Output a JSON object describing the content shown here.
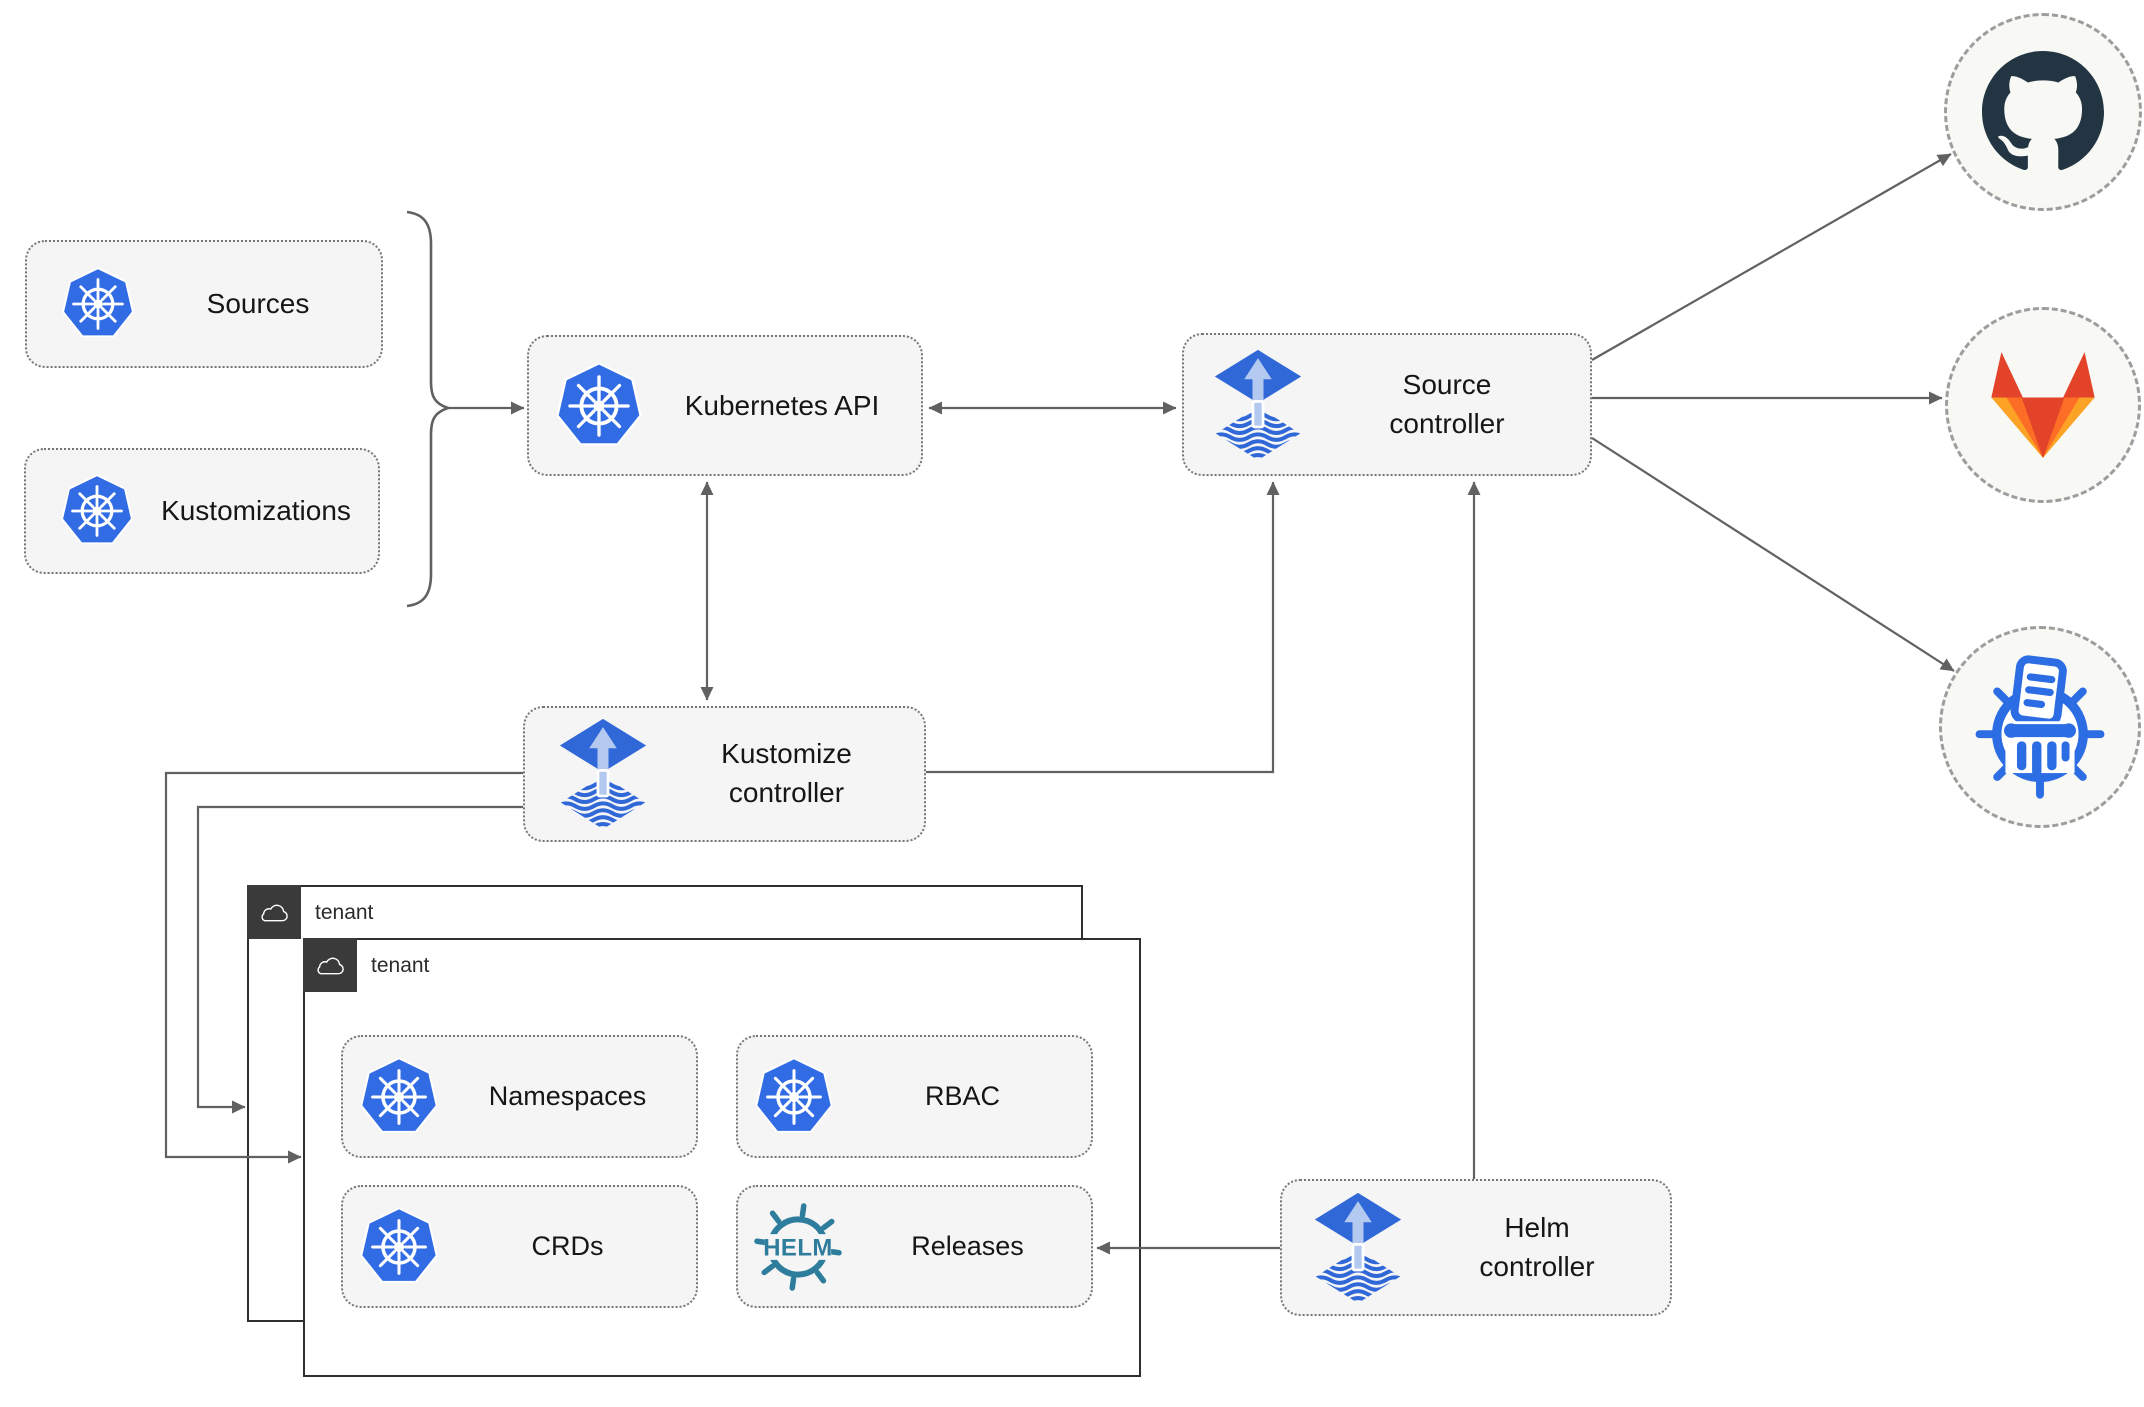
{
  "nodes": {
    "sources": {
      "label": "Sources",
      "icon": "kubernetes-icon"
    },
    "kustomizations": {
      "label": "Kustomizations",
      "icon": "kubernetes-icon"
    },
    "kubernetes_api": {
      "label": "Kubernetes API",
      "icon": "kubernetes-icon"
    },
    "source_controller": {
      "label": "Source controller",
      "icon": "flux-icon"
    },
    "kustomize_controller": {
      "label": "Kustomize controller",
      "icon": "flux-icon"
    },
    "helm_controller": {
      "label": "Helm controller",
      "icon": "flux-icon"
    },
    "namespaces": {
      "label": "Namespaces",
      "icon": "kubernetes-icon"
    },
    "rbac": {
      "label": "RBAC",
      "icon": "kubernetes-icon"
    },
    "crds": {
      "label": "CRDs",
      "icon": "kubernetes-icon"
    },
    "releases": {
      "label": "Releases",
      "icon": "helm-icon"
    }
  },
  "groups": {
    "tenant_outer": {
      "label": "tenant",
      "icon": "cloud-icon"
    },
    "tenant_inner": {
      "label": "tenant",
      "icon": "cloud-icon"
    }
  },
  "remotes": [
    {
      "name": "github",
      "icon": "github-icon"
    },
    {
      "name": "gitlab",
      "icon": "gitlab-icon"
    },
    {
      "name": "oci-registry",
      "icon": "registry-shredder-icon"
    }
  ],
  "icons": {
    "helm_wordmark": "HELM"
  },
  "edges": [
    {
      "from": "sources+kustomizations-brace",
      "to": "kubernetes_api",
      "style": "arrow"
    },
    {
      "from": "kubernetes_api",
      "to": "source_controller",
      "style": "double-arrow"
    },
    {
      "from": "kubernetes_api",
      "to": "kustomize_controller",
      "style": "double-arrow"
    },
    {
      "from": "kustomize_controller",
      "to": "source_controller",
      "style": "arrow"
    },
    {
      "from": "helm_controller",
      "to": "source_controller",
      "style": "arrow"
    },
    {
      "from": "kustomize_controller",
      "to": "tenant_inner",
      "style": "arrow"
    },
    {
      "from": "kustomize_controller",
      "to": "tenant_outer",
      "style": "arrow"
    },
    {
      "from": "helm_controller",
      "to": "releases",
      "style": "arrow"
    },
    {
      "from": "source_controller",
      "to": "github",
      "style": "arrow"
    },
    {
      "from": "source_controller",
      "to": "gitlab",
      "style": "arrow"
    },
    {
      "from": "source_controller",
      "to": "oci-registry",
      "style": "arrow"
    }
  ],
  "colors": {
    "kubernetes_blue": "#326ce5",
    "flux_blue": "#3168d8",
    "flux_light_arrow": "#b3c9ef",
    "helm_teal": "#2e7d9c",
    "github_dark": "#233543",
    "gitlab_red": "#e24329",
    "gitlab_orange": "#fc6d26",
    "gitlab_yellow": "#fca326",
    "registry_blue": "#2d6de4",
    "connector_gray": "#616161",
    "node_fill": "#f5f5f5",
    "tenant_header": "#3a3a3a"
  }
}
